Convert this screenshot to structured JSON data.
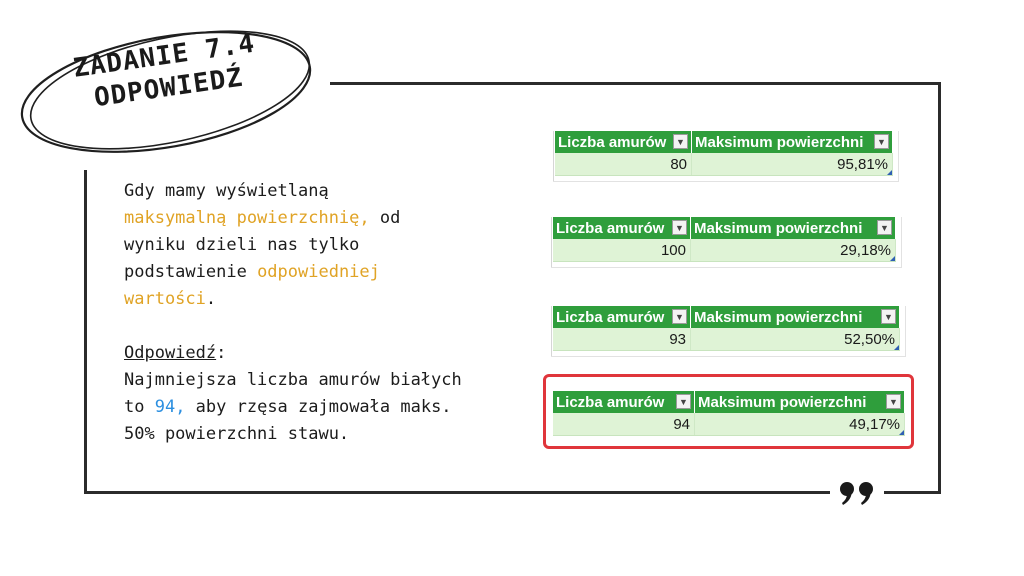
{
  "badge": {
    "line1": "ZADANIE 7.4",
    "line2": "ODPOWIEDŹ"
  },
  "text": {
    "p1_a": "Gdy mamy wyświetlaną",
    "p1_b": "maksymalną powierzchnię,",
    "p1_c": " od",
    "p1_d": "wyniku dzieli nas tylko",
    "p1_e": "podstawienie ",
    "p1_f": "odpowiedniej",
    "p1_g": "wartości",
    "p1_h": ".",
    "answer_label": "Odpowiedź",
    "answer_colon": ":",
    "a1": "Najmniejsza liczba amurów białych",
    "a2_a": "to ",
    "a2_b": "94,",
    "a2_c": " aby rzęsa zajmowała maks.",
    "a3": "50% powierzchni stawu."
  },
  "tables": [
    {
      "col1": "Liczba amurów",
      "col2": "Maksimum powierzchni",
      "v1": "80",
      "v2": "95,81%"
    },
    {
      "col1": "Liczba amurów",
      "col2": "Maksimum powierzchni",
      "v1": "100",
      "v2": "29,18%"
    },
    {
      "col1": "Liczba amurów",
      "col2": "Maksimum powierzchni",
      "v1": "93",
      "v2": "52,50%"
    },
    {
      "col1": "Liczba amurów",
      "col2": "Maksimum powierzchni",
      "v1": "94",
      "v2": "49,17%"
    }
  ],
  "colors": {
    "accent_orange": "#e0a325",
    "accent_blue": "#2c8fe0",
    "excel_green": "#2f9e3c",
    "highlight_red": "#e0353b"
  },
  "icons": {
    "quote": "quote-icon",
    "dropdown": "dropdown-arrow-icon"
  }
}
